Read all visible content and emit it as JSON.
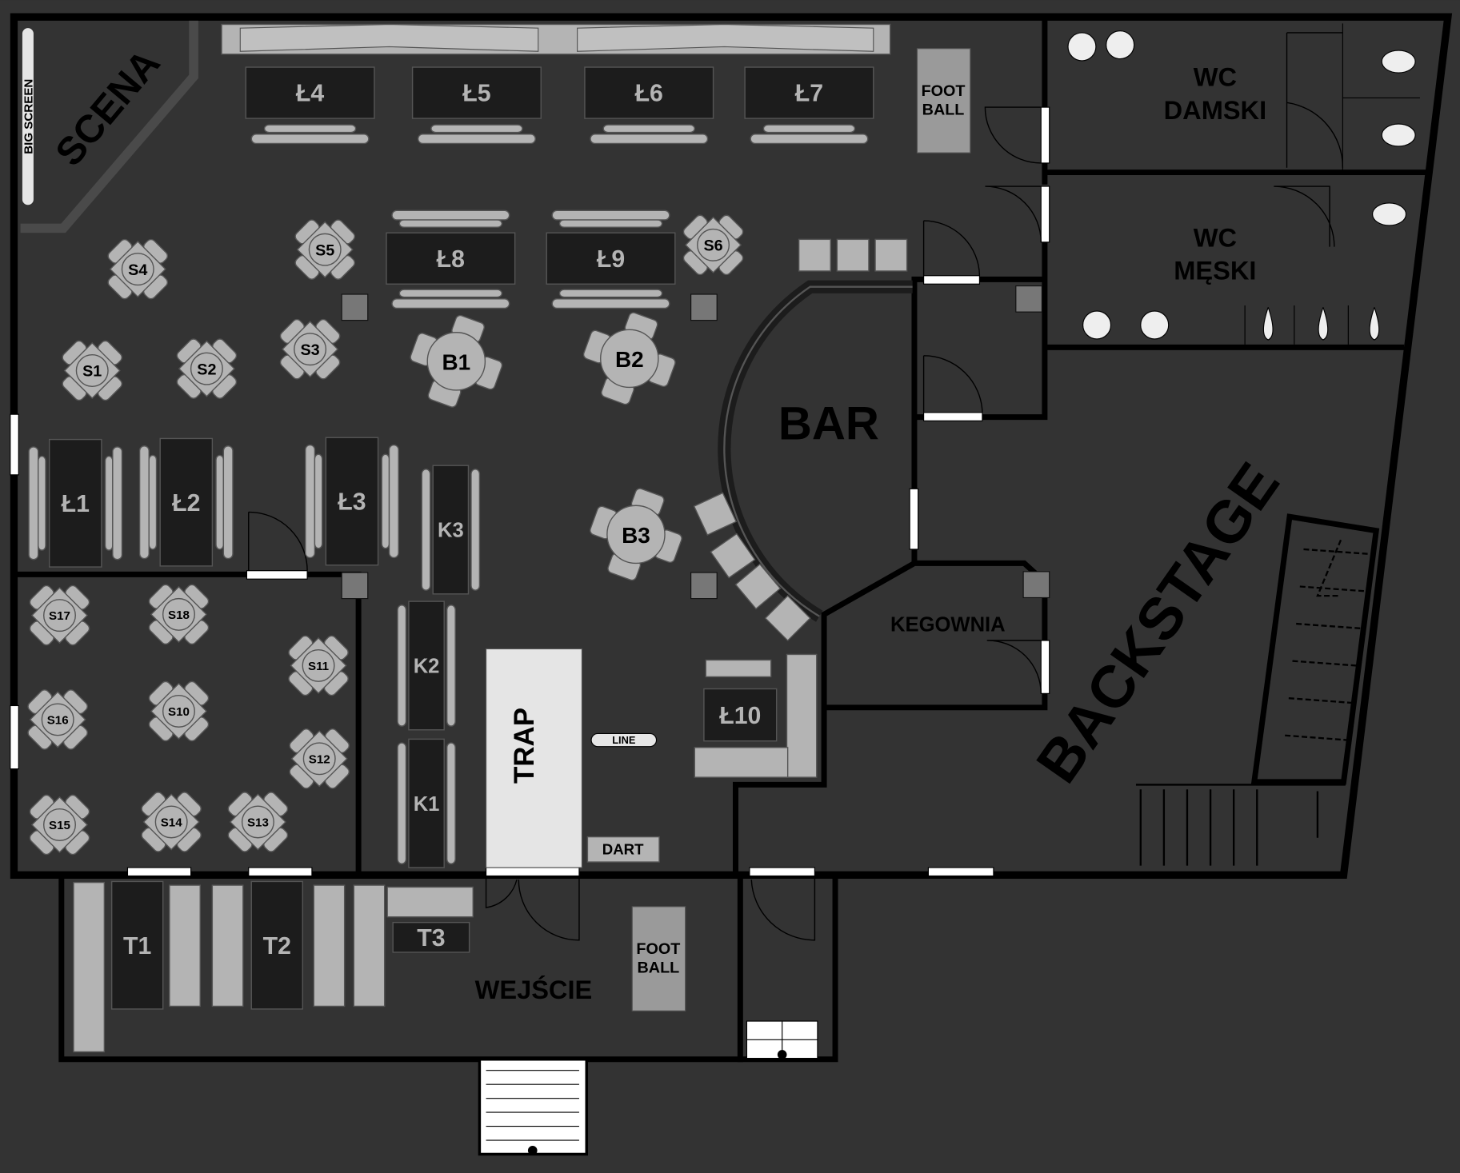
{
  "title": "Floor plan",
  "colors": {
    "background": "#333333",
    "wall": "#000000",
    "furniture": "#b4b4b4",
    "table_dark": "#1c1c1c",
    "table_text": "#b4b4b4"
  },
  "areas": {
    "stage": "SCENA",
    "big_screen": "BIG SCREEN",
    "bar": "BAR",
    "wc_women": [
      "WC",
      "DAMSKI"
    ],
    "wc_men": [
      "WC",
      "MĘSKI"
    ],
    "keg_room": "KEGOWNIA",
    "backstage": "BACKSTAGE",
    "entrance": "WEJŚCIE"
  },
  "features": {
    "trap": "TRAP",
    "dart": "DART",
    "line": "LINE",
    "football_1": [
      "FOOT",
      "BALL"
    ],
    "football_2": [
      "FOOT",
      "BALL"
    ]
  },
  "tables": {
    "small": [
      "S1",
      "S2",
      "S3",
      "S4",
      "S5",
      "S6",
      "S10",
      "S11",
      "S12",
      "S13",
      "S14",
      "S15",
      "S16",
      "S17",
      "S18"
    ],
    "round": [
      "B1",
      "B2",
      "B3"
    ],
    "long": [
      "Ł1",
      "Ł2",
      "Ł3",
      "Ł4",
      "Ł5",
      "Ł6",
      "Ł7",
      "Ł8",
      "Ł9",
      "Ł10"
    ],
    "counter": [
      "K1",
      "K2",
      "K3"
    ],
    "high": [
      "T1",
      "T2",
      "T3"
    ]
  }
}
